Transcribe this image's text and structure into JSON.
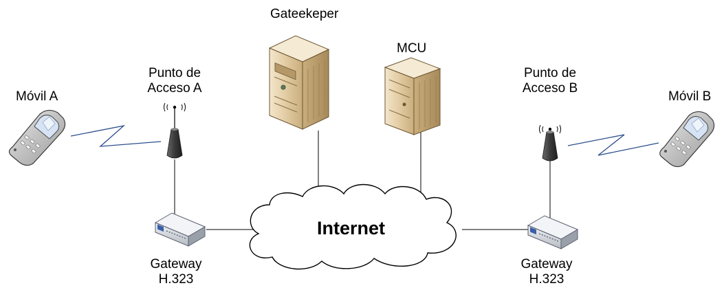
{
  "labels": {
    "movil_a": "Móvil A",
    "movil_b": "Móvil B",
    "punto_a_line1": "Punto de",
    "punto_a_line2": "Acceso A",
    "punto_b_line1": "Punto de",
    "punto_b_line2": "Acceso B",
    "gatekeeper": "Gateekeper",
    "mcu": "MCU",
    "internet": "Internet",
    "gateway_a_line1": "Gateway",
    "gateway_a_line2": "H.323",
    "gateway_b_line1": "Gateway",
    "gateway_b_line2": "H.323"
  },
  "colors": {
    "line": "#000000",
    "wireless_link": "#2a4e8c",
    "server_body": "#e6d2ae",
    "server_dark": "#b89a6a",
    "antenna": "#3d3d3d",
    "phone_body": "#c8c8c8",
    "phone_screen": "#d6e3f5",
    "gateway_body": "#d9dde3",
    "gateway_accent": "#3a5fa8",
    "cloud_fill": "#ffffff",
    "cloud_stroke": "#000000"
  },
  "icons": {
    "movil_a": "mobile-phone-icon",
    "movil_b": "mobile-phone-icon",
    "punto_a": "wireless-access-point-icon",
    "punto_b": "wireless-access-point-icon",
    "gatekeeper": "server-tower-icon",
    "mcu": "server-icon",
    "internet": "cloud-icon",
    "gateway_a": "network-gateway-icon",
    "gateway_b": "network-gateway-icon"
  }
}
